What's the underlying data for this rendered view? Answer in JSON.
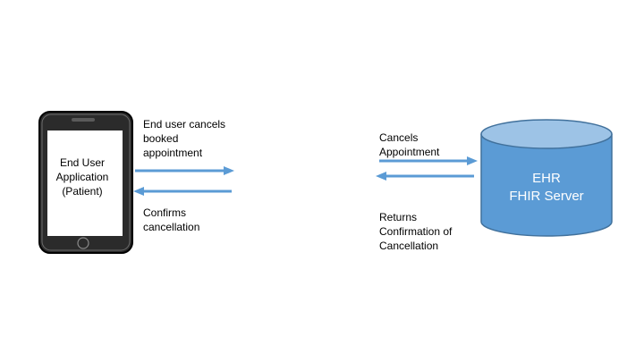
{
  "phone": {
    "label": "End User\nApplication\n(Patient)"
  },
  "server": {
    "label": "EHR\nFHIR Server",
    "fill_color": "#5b9bd5",
    "top_color": "#9dc3e6",
    "stroke_color": "#41719c"
  },
  "arrows": {
    "color": "#5b9bd5",
    "left_request_label": "End user cancels\nbooked\nappointment",
    "left_response_label": "Confirms\ncancellation",
    "right_request_label": "Cancels\nAppointment",
    "right_response_label": "Returns\nConfirmation of\nCancellation"
  }
}
